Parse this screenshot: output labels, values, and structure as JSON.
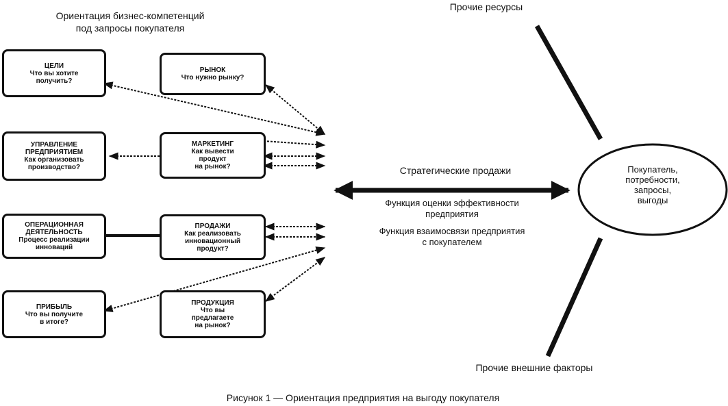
{
  "header": {
    "title": "Ориентация бизнес-компетенций\nпод запросы покупателя"
  },
  "boxes": {
    "goals": "ЦЕЛИ\nЧто вы хотите\nполучить?",
    "market": "РЫНОК\nЧто нужно рынку?",
    "management": "УПРАВЛЕНИЕ\nПРЕДПРИЯТИЕМ\nКак организовать\nпроизводство?",
    "marketing": "МАРКЕТИНГ\nКак вывести\nпродукт\nна рынок?",
    "operations": "ОПЕРАЦИОННАЯ\nДЕЯТЕЛЬНОСТЬ\nПроцесс реализации\nинноваций",
    "sales": "ПРОДАЖИ\nКак реализовать\nинновационный\nпродукт?",
    "profit": "ПРИБЫЛЬ\nЧто вы получите\nв итоге?",
    "products": "ПРОДУКЦИЯ\nЧто вы\nпредлагаете\nна рынок?"
  },
  "center": {
    "strategic_sales": "Стратегические продажи",
    "function_efficiency": "Функция оценки эффективности\nпредприятия",
    "function_interaction": "Функция взаимосвязи предприятия\nс покупателем"
  },
  "customer": {
    "label": "Покупатель,\nпотребности,\nзапросы,\nвыгоды"
  },
  "external": {
    "other_resources": "Прочие ресурсы",
    "other_factors": "Прочие внешние факторы"
  },
  "caption": "Рисунок 1 — Ориентация предприятия на выгоду покупателя"
}
